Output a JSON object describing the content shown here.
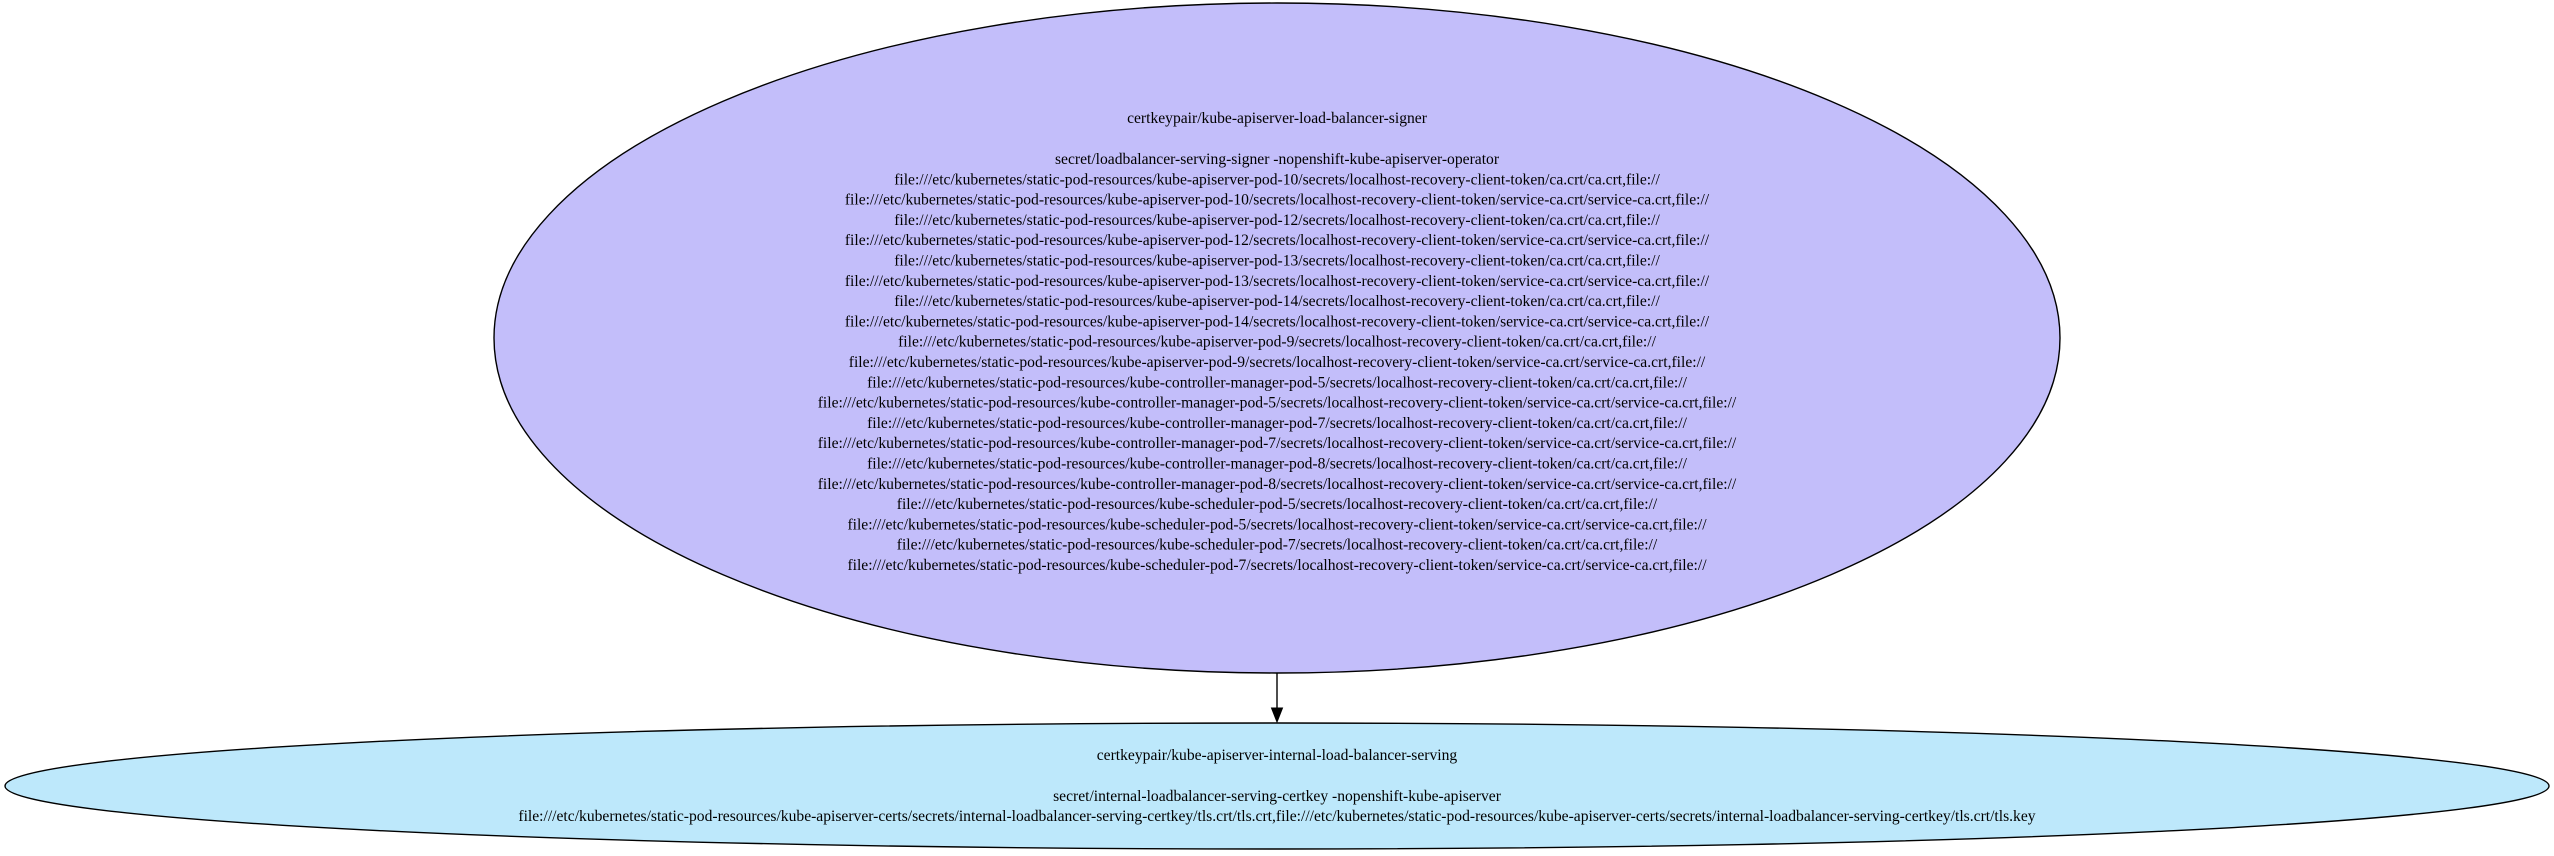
{
  "colors": {
    "signer_fill": "#c3befa",
    "serving_fill": "#bde8fb",
    "stroke": "#000000",
    "edge": "#000000"
  },
  "nodes": {
    "signer": {
      "title": "certkeypair/kube-apiserver-load-balancer-signer",
      "lines": [
        "secret/loadbalancer-serving-signer -nopenshift-kube-apiserver-operator",
        "file:///etc/kubernetes/static-pod-resources/kube-apiserver-pod-10/secrets/localhost-recovery-client-token/ca.crt/ca.crt,file://",
        "file:///etc/kubernetes/static-pod-resources/kube-apiserver-pod-10/secrets/localhost-recovery-client-token/service-ca.crt/service-ca.crt,file://",
        "file:///etc/kubernetes/static-pod-resources/kube-apiserver-pod-12/secrets/localhost-recovery-client-token/ca.crt/ca.crt,file://",
        "file:///etc/kubernetes/static-pod-resources/kube-apiserver-pod-12/secrets/localhost-recovery-client-token/service-ca.crt/service-ca.crt,file://",
        "file:///etc/kubernetes/static-pod-resources/kube-apiserver-pod-13/secrets/localhost-recovery-client-token/ca.crt/ca.crt,file://",
        "file:///etc/kubernetes/static-pod-resources/kube-apiserver-pod-13/secrets/localhost-recovery-client-token/service-ca.crt/service-ca.crt,file://",
        "file:///etc/kubernetes/static-pod-resources/kube-apiserver-pod-14/secrets/localhost-recovery-client-token/ca.crt/ca.crt,file://",
        "file:///etc/kubernetes/static-pod-resources/kube-apiserver-pod-14/secrets/localhost-recovery-client-token/service-ca.crt/service-ca.crt,file://",
        "file:///etc/kubernetes/static-pod-resources/kube-apiserver-pod-9/secrets/localhost-recovery-client-token/ca.crt/ca.crt,file://",
        "file:///etc/kubernetes/static-pod-resources/kube-apiserver-pod-9/secrets/localhost-recovery-client-token/service-ca.crt/service-ca.crt,file://",
        "file:///etc/kubernetes/static-pod-resources/kube-controller-manager-pod-5/secrets/localhost-recovery-client-token/ca.crt/ca.crt,file://",
        "file:///etc/kubernetes/static-pod-resources/kube-controller-manager-pod-5/secrets/localhost-recovery-client-token/service-ca.crt/service-ca.crt,file://",
        "file:///etc/kubernetes/static-pod-resources/kube-controller-manager-pod-7/secrets/localhost-recovery-client-token/ca.crt/ca.crt,file://",
        "file:///etc/kubernetes/static-pod-resources/kube-controller-manager-pod-7/secrets/localhost-recovery-client-token/service-ca.crt/service-ca.crt,file://",
        "file:///etc/kubernetes/static-pod-resources/kube-controller-manager-pod-8/secrets/localhost-recovery-client-token/ca.crt/ca.crt,file://",
        "file:///etc/kubernetes/static-pod-resources/kube-controller-manager-pod-8/secrets/localhost-recovery-client-token/service-ca.crt/service-ca.crt,file://",
        "file:///etc/kubernetes/static-pod-resources/kube-scheduler-pod-5/secrets/localhost-recovery-client-token/ca.crt/ca.crt,file://",
        "file:///etc/kubernetes/static-pod-resources/kube-scheduler-pod-5/secrets/localhost-recovery-client-token/service-ca.crt/service-ca.crt,file://",
        "file:///etc/kubernetes/static-pod-resources/kube-scheduler-pod-7/secrets/localhost-recovery-client-token/ca.crt/ca.crt,file://",
        "file:///etc/kubernetes/static-pod-resources/kube-scheduler-pod-7/secrets/localhost-recovery-client-token/service-ca.crt/service-ca.crt,file://"
      ]
    },
    "serving": {
      "title": "certkeypair/kube-apiserver-internal-load-balancer-serving",
      "lines": [
        "secret/internal-loadbalancer-serving-certkey -nopenshift-kube-apiserver",
        "file:///etc/kubernetes/static-pod-resources/kube-apiserver-certs/secrets/internal-loadbalancer-serving-certkey/tls.crt/tls.crt,file:///etc/kubernetes/static-pod-resources/kube-apiserver-certs/secrets/internal-loadbalancer-serving-certkey/tls.crt/tls.key"
      ]
    }
  },
  "edges": [
    {
      "from": "signer",
      "to": "serving"
    }
  ]
}
